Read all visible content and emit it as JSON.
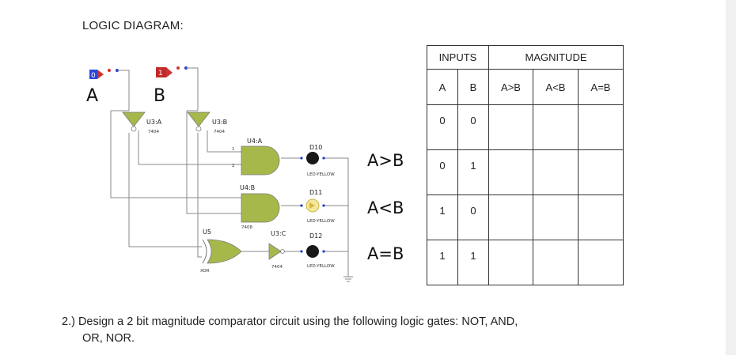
{
  "heading": "LOGIC DIAGRAM:",
  "circuit": {
    "input_a": {
      "state": "0",
      "label": "A"
    },
    "input_b": {
      "state": "1",
      "label": "B"
    },
    "gates": {
      "u3a": {
        "name": "U3:A",
        "part": "7404"
      },
      "u3b": {
        "name": "U3:B",
        "part": "7404"
      },
      "u4a": {
        "name": "U4:A"
      },
      "u4b": {
        "name": "U4:B",
        "part": "7408"
      },
      "u5": {
        "name": "U5",
        "part": "XOR"
      },
      "u3c": {
        "name": "U3:C",
        "part": "7404"
      }
    },
    "leds": [
      {
        "name": "D10",
        "type": "LED-YELLOW",
        "output": "A>B"
      },
      {
        "name": "D11",
        "type": "LED-YELLOW",
        "output": "A<B"
      },
      {
        "name": "D12",
        "type": "LED-YELLOW",
        "output": "A=B"
      }
    ]
  },
  "truth_table": {
    "group_headers": [
      "INPUTS",
      "MAGNITUDE"
    ],
    "columns": [
      "A",
      "B",
      "A>B",
      "A<B",
      "A=B"
    ],
    "rows": [
      [
        "0",
        "0",
        "",
        "",
        ""
      ],
      [
        "0",
        "1",
        "",
        "",
        ""
      ],
      [
        "1",
        "0",
        "",
        "",
        ""
      ],
      [
        "1",
        "1",
        "",
        "",
        ""
      ]
    ]
  },
  "question": {
    "line1": "2.) Design a 2 bit magnitude comparator circuit using the following logic gates: NOT, AND,",
    "line2": "OR, NOR."
  }
}
